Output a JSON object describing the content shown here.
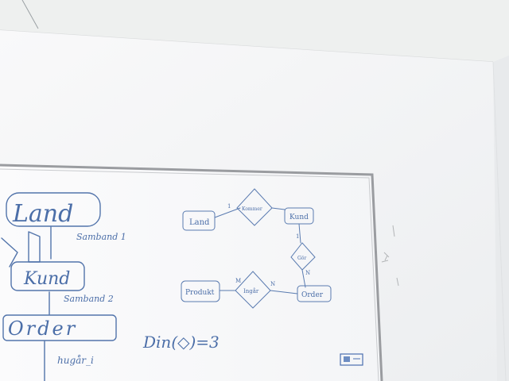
{
  "whiteboard": {
    "left_diagram": {
      "box_top": "Land",
      "box_middle": "Kund",
      "box_bottom": "Order",
      "label_1": "Samband 1",
      "label_2": "Samband 2",
      "label_3": "hugår_i"
    },
    "er_diagram": {
      "entity_top_left": "Land",
      "relationship_top": "Kommer",
      "entity_top_right": "Kund",
      "relationship_right": "Gör",
      "entity_bottom_right": "Order",
      "relationship_bottom": "Ingår",
      "entity_bottom_left": "Produkt",
      "card_top": "1",
      "card_right_top": "1",
      "card_right_bottom": "N",
      "card_bottom_left": "M",
      "card_bottom_right": "N"
    },
    "formula": "Din(◇)=3"
  },
  "colors": {
    "wall": "#f6f6f7",
    "ceiling": "#eceeed",
    "board": "#fcfcfd",
    "marker": "#4b6ea8",
    "frame": "#9a9ca0"
  }
}
